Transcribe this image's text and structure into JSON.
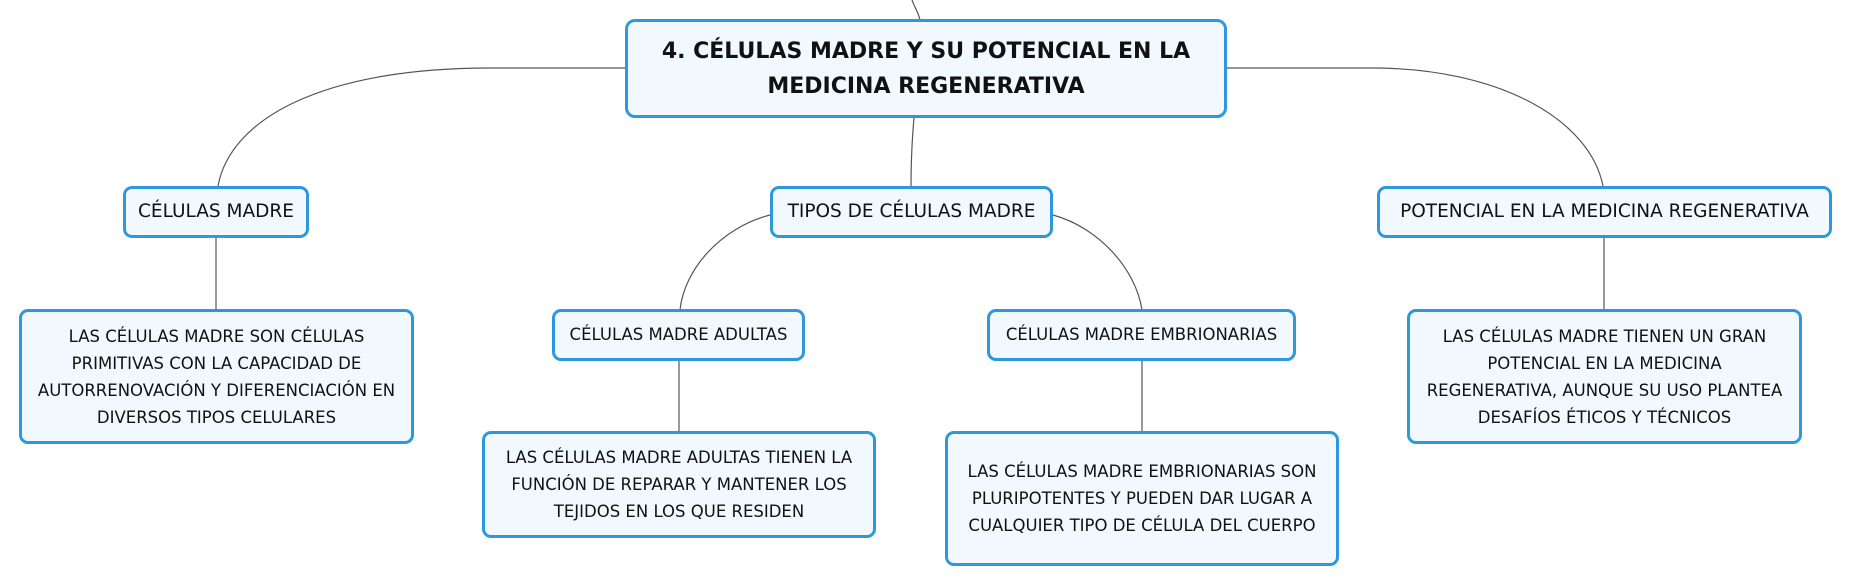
{
  "colors": {
    "node_border": "#2f97db",
    "node_fill": "#f1f8fe",
    "link": "#555555",
    "text": "#111111"
  },
  "root": {
    "title": "4. CÉLULAS MADRE Y SU POTENCIAL EN LA MEDICINA REGENERATIVA"
  },
  "branches": {
    "celulas_madre": {
      "label": "CÉLULAS MADRE",
      "detail": "LAS CÉLULAS MADRE SON CÉLULAS PRIMITIVAS CON LA CAPACIDAD DE AUTORRENOVACIÓN Y DIFERENCIACIÓN EN DIVERSOS TIPOS CELULARES"
    },
    "tipos": {
      "label": "TIPOS DE CÉLULAS MADRE",
      "adultas": {
        "label": "CÉLULAS MADRE ADULTAS",
        "detail": "LAS CÉLULAS MADRE ADULTAS TIENEN LA FUNCIÓN DE REPARAR Y MANTENER LOS TEJIDOS EN LOS QUE RESIDEN"
      },
      "embrionarias": {
        "label": "CÉLULAS MADRE EMBRIONARIAS",
        "detail": "LAS CÉLULAS MADRE EMBRIONARIAS SON PLURIPOTENTES Y PUEDEN DAR LUGAR A CUALQUIER TIPO DE CÉLULA DEL CUERPO"
      }
    },
    "potencial": {
      "label": "POTENCIAL EN LA MEDICINA REGENERATIVA",
      "detail": "LAS CÉLULAS MADRE TIENEN UN GRAN POTENCIAL EN LA MEDICINA REGENERATIVA, AUNQUE SU USO PLANTEA DESAFÍOS ÉTICOS Y TÉCNICOS"
    }
  }
}
